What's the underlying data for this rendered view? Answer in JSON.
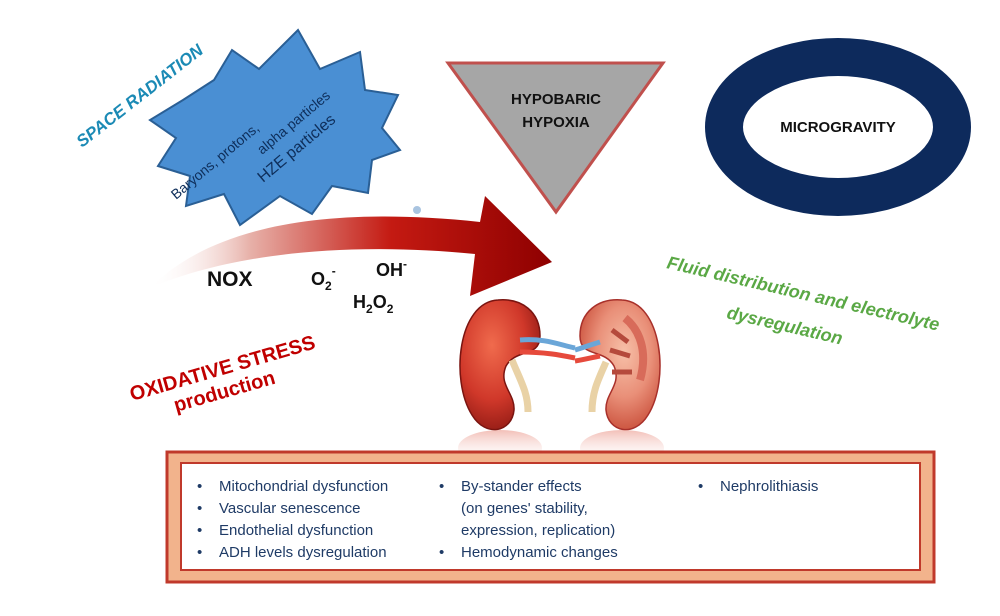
{
  "space_radiation": {
    "title": "SPACE RADIATION",
    "line1": "Baryons, protons,",
    "line2": "alpha particles",
    "line3": "HZE particles"
  },
  "hypoxia": {
    "line1": "HYPOBARIC",
    "line2": "HYPOXIA"
  },
  "microgravity": {
    "label": "MICROGRAVITY"
  },
  "species": {
    "nox": "NOX",
    "superoxide": {
      "base": "O",
      "sub": "2",
      "sup": "-"
    },
    "hydroxyl": {
      "base": "OH",
      "sup": "-"
    },
    "peroxide": {
      "b1": "H",
      "s1": "2",
      "b2": "O",
      "s2": "2"
    }
  },
  "oxidative_stress": {
    "line1": "OXIDATIVE STRESS",
    "line2": "production"
  },
  "fluid": {
    "line1": "Fluid distribution and electrolyte",
    "line2": "dysregulation"
  },
  "effects": {
    "bullet": "•",
    "col1": [
      "Mitochondrial dysfunction",
      "Vascular senescence",
      "Endothelial dysfunction",
      "ADH levels dysregulation"
    ],
    "col2_item1": [
      "By-stander effects",
      "(on genes' stability,",
      "expression, replication)"
    ],
    "col2_item2": "Hemodynamic changes",
    "col3": [
      "Nephrolithiasis"
    ]
  },
  "colors": {
    "star_fill": "#4a8fd3",
    "star_stroke": "#2a5f95",
    "space_title": "#1b8ab5",
    "triangle_fill": "#a6a6a6",
    "triangle_stroke": "#c0504d",
    "ring": "#0d2a5c",
    "arrow": "#c00000",
    "oxidative": "#c00000",
    "fluid": "#5aa845",
    "box_outer": "#c0392b",
    "box_fill": "#f2b38c",
    "bullet_text": "#1f3b66",
    "kidney": "#c62d24"
  }
}
